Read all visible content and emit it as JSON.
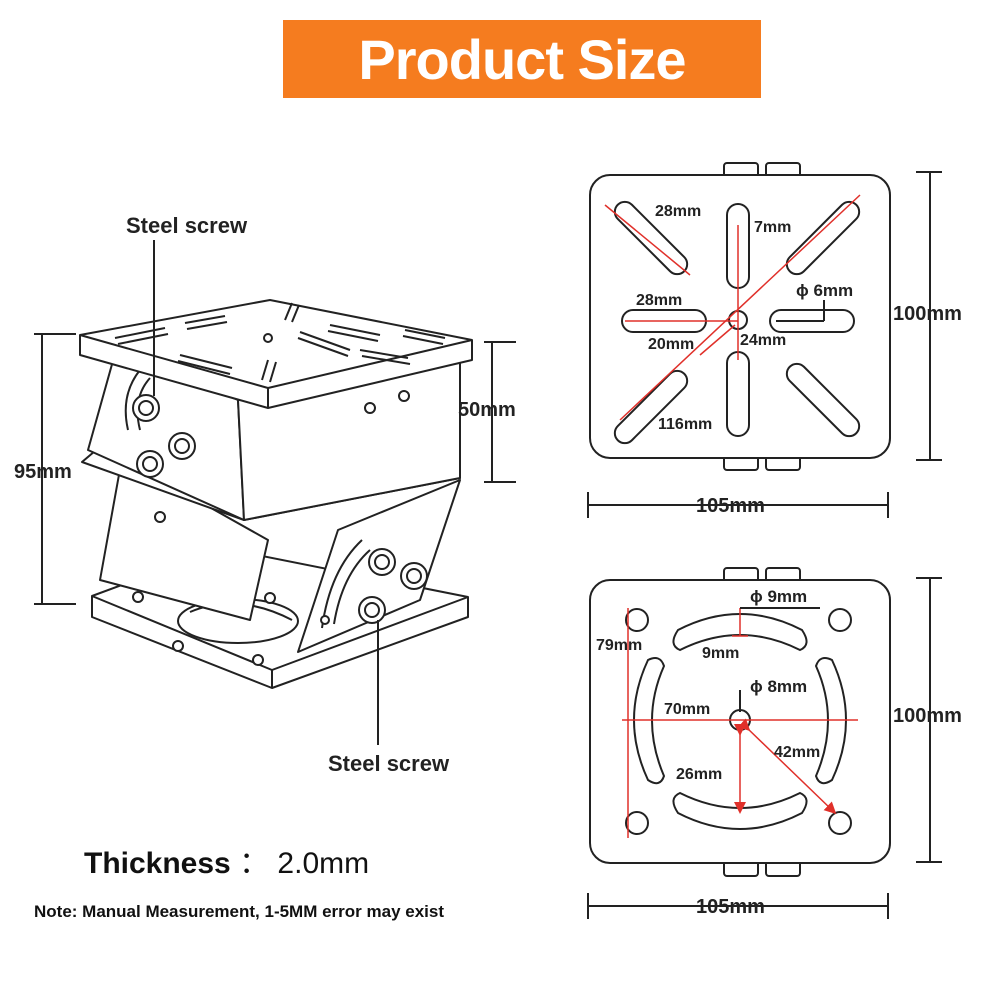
{
  "title": "Product Size",
  "left_view": {
    "screw_label_top": "Steel screw",
    "screw_label_bottom": "Steel screw",
    "height_label": "95mm",
    "top_height_label": "50mm"
  },
  "top_plate": {
    "labels": {
      "slot_diag": "28mm",
      "slot_width": "7mm",
      "slot_horiz": "28mm",
      "hole_dia": "ϕ 6mm",
      "slot_offset": "20mm",
      "center_to_slot": "24mm",
      "diagonal": "116mm",
      "height": "100mm",
      "width": "105mm"
    }
  },
  "bottom_plate": {
    "labels": {
      "hole_dia": "ϕ 9mm",
      "arc_height": "79mm",
      "arc_width": "9mm",
      "center_hole": "ϕ 8mm",
      "span": "70mm",
      "diag": "42mm",
      "vertical": "26mm",
      "height": "100mm",
      "width": "105mm"
    }
  },
  "thickness_label": "Thickness",
  "thickness_sep": "：",
  "thickness_value": "2.0mm",
  "note": "Note: Manual Measurement, 1-5MM error may exist",
  "colors": {
    "banner": "#f57c1f",
    "dim_red": "#e0302a",
    "line": "#222222"
  }
}
